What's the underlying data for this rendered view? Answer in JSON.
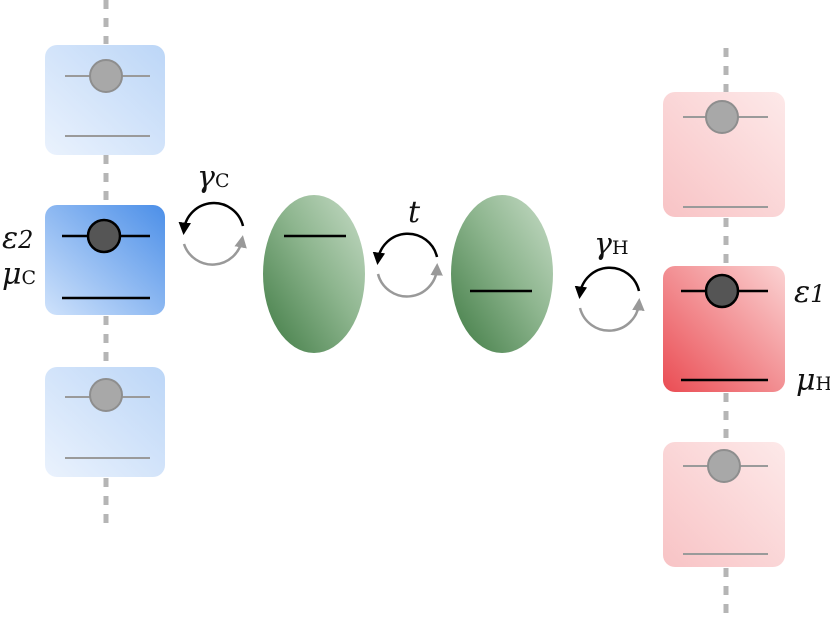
{
  "labels": {
    "gamma_c": {
      "sym": "γ",
      "sub": "C"
    },
    "gamma_h": {
      "sym": "γ",
      "sub": "H"
    },
    "t": "t",
    "eps2": {
      "sym": "ε",
      "sub": "2"
    },
    "eps1": {
      "sym": "ε",
      "sub": "1"
    },
    "mu_c": {
      "sym": "μ",
      "sub": "C"
    },
    "mu_h": {
      "sym": "μ",
      "sub": "H"
    }
  },
  "colors": {
    "cold_bath": "#5a96e6",
    "hot_bath": "#ea5a5e",
    "dot_fill": "#4f8a52",
    "electron": "#555555",
    "arrow_primary": "#000000",
    "arrow_secondary": "#999999",
    "dashed_line": "#b5b5b5"
  },
  "icons": {
    "cold_reservoir": "square-rounded-blue",
    "hot_reservoir": "square-rounded-red",
    "quantum_dot": "ellipse-green",
    "electron": "circle-grey",
    "tunneling": "circular-arrows"
  }
}
